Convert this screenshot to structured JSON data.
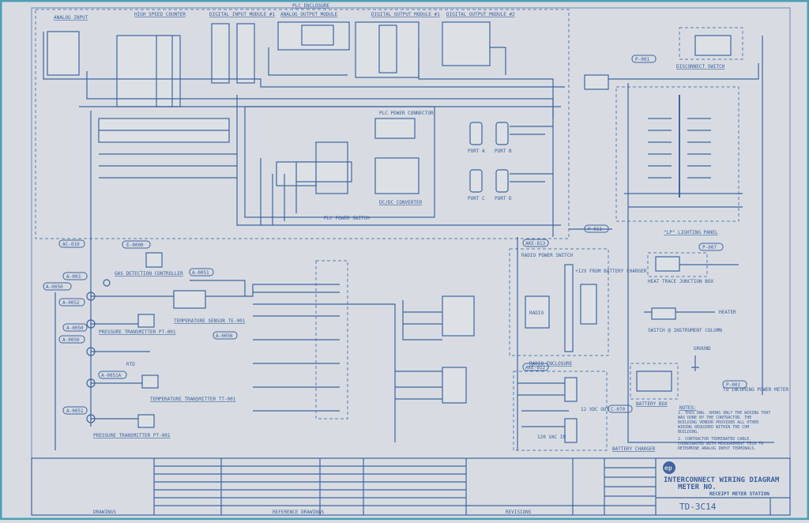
{
  "plc_enclosure": "PLC ENCLOSURE",
  "modules": [
    "ANALOG INPUT",
    "HIGH SPEED COUNTER",
    "DIGITAL INPUT MODULE #1",
    "ANALOG OUTPUT MODULE",
    "DIGITAL OUTPUT MODULE #1",
    "DIGITAL OUTPUT MODULE #2"
  ],
  "components": {
    "disconnect": "DISCONNECT SWITCH",
    "plc_power": "PLC POWER CONNECTOR",
    "dc_converter": "DC/DC CONVERTER",
    "power_switch": "PLC POWER SWITCH",
    "port_a": "PORT A",
    "port_b": "PORT B",
    "port_c": "PORT C",
    "port_d": "PORT D",
    "lighting_panel": "\"LP\" LIGHTING PANEL",
    "gas_detection": "GAS DETECTION CONTROLLER",
    "temp_sensor": "TEMPERATURE SENSOR TE-001",
    "pressure_tx1": "PRESSURE TRANSMITTER PT-001",
    "rtd": "RTD",
    "temp_tx": "TEMPERATURE TRANSMITTER TT-001",
    "pressure_tx2": "PRESSURE TRANSMITTER PT-001",
    "radio_power": "RADIO POWER SWITCH",
    "radio": "RADIO",
    "radio_enclosure": "RADIO ENCLOSURE",
    "battery_charger": "BATTERY CHARGER",
    "heat_trace": "HEAT TRACE JUNCTION BOX",
    "switch_column": "SWITCH @ INSTRUMENT COLUMN",
    "battery_box": "BATTERY BOX",
    "heater": "HEATER",
    "to_power_meter": "TO INCOMING POWER METER",
    "ground": "GROUND",
    "from_charger": "+12V FROM BATTERY CHARGER",
    "dc12_out": "12 VDC OUT",
    "vac120": "120 VAC IN"
  },
  "tags": [
    "AC-010",
    "E-0000",
    "A-003",
    "A-0050",
    "A-0052",
    "A-0050",
    "A-0050",
    "A-0051A",
    "A-0051",
    "A-0051",
    "A-0056",
    "P-001",
    "P-011",
    "P-007",
    "P-002",
    "AKE-813",
    "AKE-812",
    "C-070"
  ],
  "notes": {
    "title": "NOTES:",
    "items": [
      "1. THIS DWG. SHOWS ONLY THE WIRING THAT WAS DONE BY THE CONTRACTOR. THE BUILDING VENDOR PROVIDED ALL OTHER WIRING REQUIRED WITHIN THE COM BUILDING.",
      "2. CONTRACTOR TERMINATED CABLE. COORDINATED WITH MEASUREMENT TECH TO DETERMINE ANALOG INPUT TERMINALS."
    ]
  },
  "title_block": {
    "logo": "ep",
    "line1": "INTERCONNECT WIRING DIAGRAM",
    "line2": "METER NO.",
    "line3": "RECEIPT METER STATION",
    "dwg_no": "TD-3C14",
    "references": "REFERENCE DRAWINGS",
    "revisions": "REVISIONS",
    "drawings": "DRAWINGS"
  }
}
